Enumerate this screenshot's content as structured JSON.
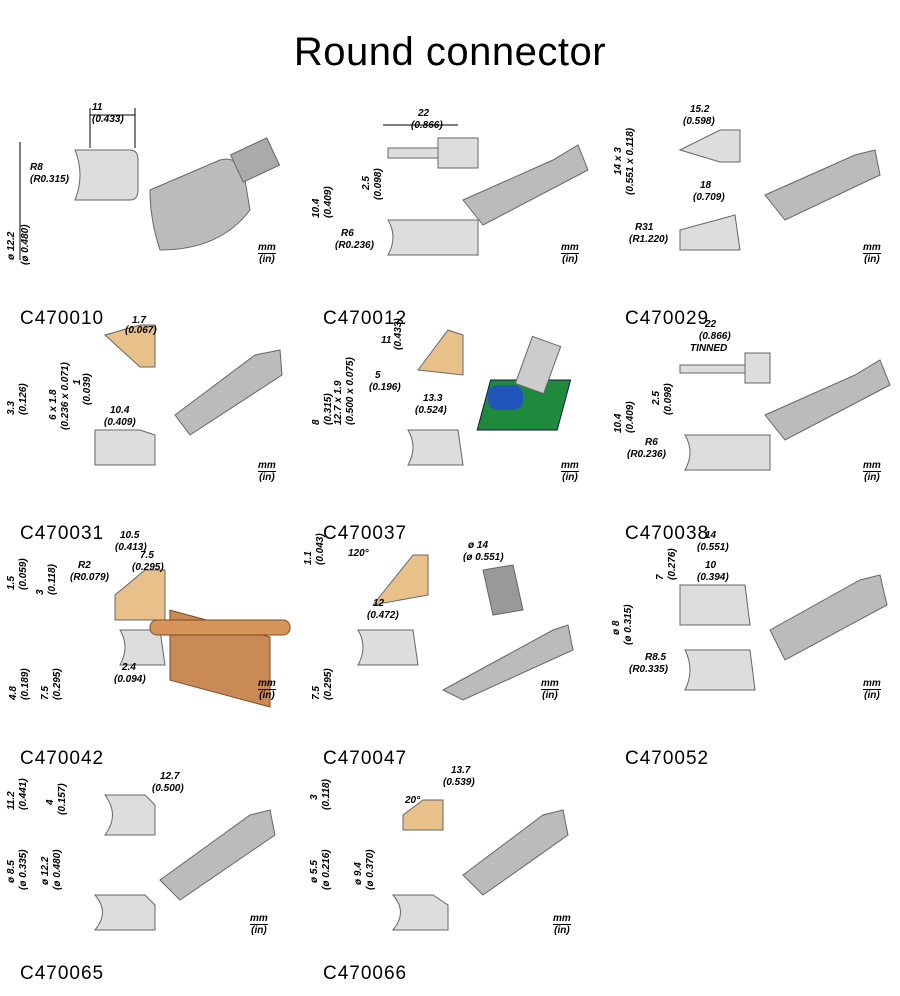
{
  "page": {
    "title": "Round connector"
  },
  "units": {
    "primary": "mm",
    "secondary": "(in)"
  },
  "items": [
    {
      "code": "C470010",
      "dims": [
        "11",
        "(0.433)",
        "R8",
        "(R0.315)",
        "ø 12.2",
        "(ø 0.480)"
      ]
    },
    {
      "code": "C470012",
      "dims": [
        "22",
        "(0.866)",
        "2.5",
        "(0.098)",
        "10.4",
        "(0.409)",
        "R6",
        "(R0.236)"
      ]
    },
    {
      "code": "C470029",
      "dims": [
        "15.2",
        "(0.598)",
        "14 x 3",
        "(0.551 x 0.118)",
        "18",
        "(0.709)",
        "R31",
        "(R1.220)"
      ]
    },
    {
      "code": "C470031",
      "dims": [
        "1.7",
        "(0.067)",
        "6 x 1.8",
        "(0.236 x 0.071)",
        "1",
        "(0.039)",
        "3.3",
        "(0.126)",
        "10.4",
        "(0.409)"
      ]
    },
    {
      "code": "C470037",
      "dims": [
        "11",
        "(0.433)",
        "12.7 x 1.9",
        "(0.500 x 0.075)",
        "5",
        "(0.196)",
        "8",
        "(0.315)",
        "13.3",
        "(0.524)"
      ]
    },
    {
      "code": "C470038",
      "dims": [
        "22",
        "(0.866)",
        "TINNED",
        "2.5",
        "(0.098)",
        "10.4",
        "(0.409)",
        "R6",
        "(R0.236)"
      ]
    },
    {
      "code": "C470042",
      "dims": [
        "10.5",
        "(0.413)",
        "1.5",
        "(0.059)",
        "3",
        "(0.118)",
        "R2",
        "(R0.079)",
        "7.5",
        "(0.295)",
        "4.8",
        "(0.189)",
        "7.5",
        "(0.295)",
        "2.4",
        "(0.094)"
      ]
    },
    {
      "code": "C470047",
      "dims": [
        "1.1",
        "(0.043)",
        "120°",
        "12",
        "(0.472)",
        "ø 14",
        "(ø 0.551)",
        "7.5",
        "(0.295)"
      ]
    },
    {
      "code": "C470052",
      "dims": [
        "7",
        "(0.276)",
        "14",
        "(0.551)",
        "10",
        "(0.394)",
        "ø 8",
        "(ø 0.315)",
        "R8.5",
        "(R0.335)"
      ]
    },
    {
      "code": "C470065",
      "dims": [
        "11.2",
        "(0.441)",
        "4",
        "(0.157)",
        "12.7",
        "(0.500)",
        "ø 8.5",
        "(ø 0.335)",
        "ø 12.2",
        "(ø 0.480)"
      ]
    },
    {
      "code": "C470066",
      "dims": [
        "3",
        "(0.118)",
        "13.7",
        "(0.539)",
        "20°",
        "ø 5.5",
        "(ø 0.216)",
        "ø 9.4",
        "(ø 0.370)"
      ]
    }
  ]
}
